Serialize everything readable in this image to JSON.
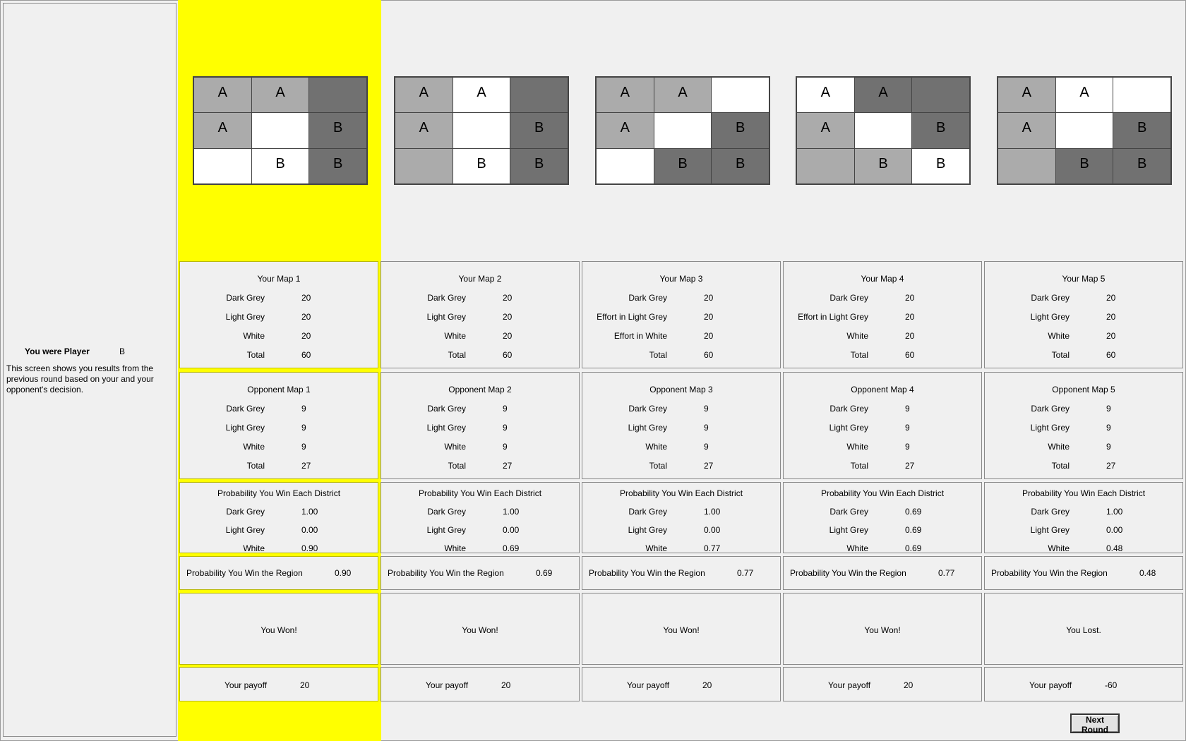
{
  "left_panel": {
    "player_label": "You were Player",
    "player_value": "B",
    "description": "This screen shows you results from the previous round based on your and your opponent's decision."
  },
  "columns": [
    {
      "selected": true,
      "grid": [
        [
          {
            "t": "A",
            "c": "light"
          },
          {
            "t": "A",
            "c": "light"
          },
          {
            "t": "",
            "c": "dark"
          }
        ],
        [
          {
            "t": "A",
            "c": "light"
          },
          {
            "t": "",
            "c": "white"
          },
          {
            "t": "B",
            "c": "dark"
          }
        ],
        [
          {
            "t": "",
            "c": "white"
          },
          {
            "t": "B",
            "c": "white"
          },
          {
            "t": "B",
            "c": "dark"
          }
        ]
      ],
      "your_map": {
        "title": "Your Map 1",
        "rows": [
          {
            "label": "Dark Grey",
            "value": "20"
          },
          {
            "label": "Light Grey",
            "value": "20"
          },
          {
            "label": "White",
            "value": "20"
          },
          {
            "label": "Total",
            "value": "60"
          }
        ]
      },
      "opponent_map": {
        "title": "Opponent Map 1",
        "rows": [
          {
            "label": "Dark Grey",
            "value": "9"
          },
          {
            "label": "Light Grey",
            "value": "9"
          },
          {
            "label": "White",
            "value": "9"
          },
          {
            "label": "Total",
            "value": "27"
          }
        ]
      },
      "probability": {
        "title": "Probability You Win Each District",
        "rows": [
          {
            "label": "Dark Grey",
            "value": "1.00"
          },
          {
            "label": "Light Grey",
            "value": "0.00"
          },
          {
            "label": "White",
            "value": "0.90"
          }
        ]
      },
      "region": {
        "label": "Probability You Win the Region",
        "value": "0.90"
      },
      "result": "You Won!",
      "payoff": {
        "label": "Your payoff",
        "value": "20"
      }
    },
    {
      "selected": false,
      "grid": [
        [
          {
            "t": "A",
            "c": "light"
          },
          {
            "t": "A",
            "c": "white"
          },
          {
            "t": "",
            "c": "dark"
          }
        ],
        [
          {
            "t": "A",
            "c": "light"
          },
          {
            "t": "",
            "c": "white"
          },
          {
            "t": "B",
            "c": "dark"
          }
        ],
        [
          {
            "t": "",
            "c": "light"
          },
          {
            "t": "B",
            "c": "white"
          },
          {
            "t": "B",
            "c": "dark"
          }
        ]
      ],
      "your_map": {
        "title": "Your Map 2",
        "rows": [
          {
            "label": "Dark Grey",
            "value": "20"
          },
          {
            "label": "Light Grey",
            "value": "20"
          },
          {
            "label": "White",
            "value": "20"
          },
          {
            "label": "Total",
            "value": "60"
          }
        ]
      },
      "opponent_map": {
        "title": "Opponent Map 2",
        "rows": [
          {
            "label": "Dark Grey",
            "value": "9"
          },
          {
            "label": "Light Grey",
            "value": "9"
          },
          {
            "label": "White",
            "value": "9"
          },
          {
            "label": "Total",
            "value": "27"
          }
        ]
      },
      "probability": {
        "title": "Probability You Win Each District",
        "rows": [
          {
            "label": "Dark Grey",
            "value": "1.00"
          },
          {
            "label": "Light Grey",
            "value": "0.00"
          },
          {
            "label": "White",
            "value": "0.69"
          }
        ]
      },
      "region": {
        "label": "Probability You Win the Region",
        "value": "0.69"
      },
      "result": "You Won!",
      "payoff": {
        "label": "Your payoff",
        "value": "20"
      }
    },
    {
      "selected": false,
      "grid": [
        [
          {
            "t": "A",
            "c": "light"
          },
          {
            "t": "A",
            "c": "light"
          },
          {
            "t": "",
            "c": "white"
          }
        ],
        [
          {
            "t": "A",
            "c": "light"
          },
          {
            "t": "",
            "c": "white"
          },
          {
            "t": "B",
            "c": "dark"
          }
        ],
        [
          {
            "t": "",
            "c": "white"
          },
          {
            "t": "B",
            "c": "dark"
          },
          {
            "t": "B",
            "c": "dark"
          }
        ]
      ],
      "your_map": {
        "title": "Your Map 3",
        "rows": [
          {
            "label": "Dark Grey",
            "value": "20"
          },
          {
            "label": "Effort in Light Grey",
            "value": "20"
          },
          {
            "label": "Effort in White",
            "value": "20"
          },
          {
            "label": "Total",
            "value": "60"
          }
        ]
      },
      "opponent_map": {
        "title": "Opponent Map 3",
        "rows": [
          {
            "label": "Dark Grey",
            "value": "9"
          },
          {
            "label": "Light Grey",
            "value": "9"
          },
          {
            "label": "White",
            "value": "9"
          },
          {
            "label": "Total",
            "value": "27"
          }
        ]
      },
      "probability": {
        "title": "Probability You Win Each District",
        "rows": [
          {
            "label": "Dark Grey",
            "value": "1.00"
          },
          {
            "label": "Light Grey",
            "value": "0.00"
          },
          {
            "label": "White",
            "value": "0.77"
          }
        ]
      },
      "region": {
        "label": "Probability You Win the Region",
        "value": "0.77"
      },
      "result": "You Won!",
      "payoff": {
        "label": "Your payoff",
        "value": "20"
      }
    },
    {
      "selected": false,
      "grid": [
        [
          {
            "t": "A",
            "c": "white"
          },
          {
            "t": "A",
            "c": "dark"
          },
          {
            "t": "",
            "c": "dark"
          }
        ],
        [
          {
            "t": "A",
            "c": "light"
          },
          {
            "t": "",
            "c": "white"
          },
          {
            "t": "B",
            "c": "dark"
          }
        ],
        [
          {
            "t": "",
            "c": "light"
          },
          {
            "t": "B",
            "c": "light"
          },
          {
            "t": "B",
            "c": "white"
          }
        ]
      ],
      "your_map": {
        "title": "Your Map 4",
        "rows": [
          {
            "label": "Dark Grey",
            "value": "20"
          },
          {
            "label": "Effort in Light Grey",
            "value": "20"
          },
          {
            "label": "White",
            "value": "20"
          },
          {
            "label": "Total",
            "value": "60"
          }
        ]
      },
      "opponent_map": {
        "title": "Opponent Map 4",
        "rows": [
          {
            "label": "Dark Grey",
            "value": "9"
          },
          {
            "label": "Light Grey",
            "value": "9"
          },
          {
            "label": "White",
            "value": "9"
          },
          {
            "label": "Total",
            "value": "27"
          }
        ]
      },
      "probability": {
        "title": "Probability You Win Each District",
        "rows": [
          {
            "label": "Dark Grey",
            "value": "0.69"
          },
          {
            "label": "Light Grey",
            "value": "0.69"
          },
          {
            "label": "White",
            "value": "0.69"
          }
        ]
      },
      "region": {
        "label": "Probability You Win the Region",
        "value": "0.77"
      },
      "result": "You Won!",
      "payoff": {
        "label": "Your payoff",
        "value": "20"
      }
    },
    {
      "selected": false,
      "grid": [
        [
          {
            "t": "A",
            "c": "light"
          },
          {
            "t": "A",
            "c": "white"
          },
          {
            "t": "",
            "c": "white"
          }
        ],
        [
          {
            "t": "A",
            "c": "light"
          },
          {
            "t": "",
            "c": "white"
          },
          {
            "t": "B",
            "c": "dark"
          }
        ],
        [
          {
            "t": "",
            "c": "light"
          },
          {
            "t": "B",
            "c": "dark"
          },
          {
            "t": "B",
            "c": "dark"
          }
        ]
      ],
      "your_map": {
        "title": "Your Map 5",
        "rows": [
          {
            "label": "Dark Grey",
            "value": "20"
          },
          {
            "label": "Light Grey",
            "value": "20"
          },
          {
            "label": "White",
            "value": "20"
          },
          {
            "label": "Total",
            "value": "60"
          }
        ]
      },
      "opponent_map": {
        "title": "Opponent Map 5",
        "rows": [
          {
            "label": "Dark Grey",
            "value": "9"
          },
          {
            "label": "Light Grey",
            "value": "9"
          },
          {
            "label": "White",
            "value": "9"
          },
          {
            "label": "Total",
            "value": "27"
          }
        ]
      },
      "probability": {
        "title": "Probability You Win Each District",
        "rows": [
          {
            "label": "Dark Grey",
            "value": "1.00"
          },
          {
            "label": "Light Grey",
            "value": "0.00"
          },
          {
            "label": "White",
            "value": "0.48"
          }
        ]
      },
      "region": {
        "label": "Probability You Win the Region",
        "value": "0.48"
      },
      "result": "You Lost.",
      "payoff": {
        "label": "Your payoff",
        "value": "-60"
      }
    }
  ],
  "buttons": {
    "next_round": "Next Round"
  },
  "colors": {
    "highlight": "#ffff00",
    "dark_grey": "#717171",
    "light_grey": "#ababab",
    "white": "#ffffff",
    "background": "#f0f0f0"
  }
}
